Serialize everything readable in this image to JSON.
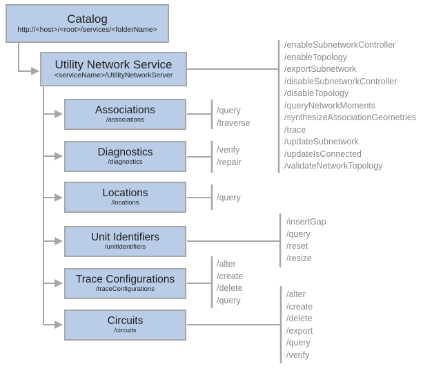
{
  "diagram": {
    "root": {
      "title": "Catalog",
      "subtitle": "http://<host>/<root>/services/<folderName>"
    },
    "service": {
      "title": "Utility Network Service",
      "subtitle": "<serviceName>/UtilityNetworkServer",
      "operations": [
        "/enableSubnetworkController",
        "/enableTopology",
        "/exportSubnetwork",
        "/disableSubnetworkController",
        "/disableTopology",
        "/queryNetworkMoments",
        "/synthesizeAssociationGeometries",
        "/trace",
        "/updateSubnetwork",
        "/updateIsConnected",
        "/validateNetworkTopology"
      ]
    },
    "children": [
      {
        "title": "Associations",
        "subtitle": "/associations",
        "operations": [
          "/query",
          "/traverse"
        ]
      },
      {
        "title": "Diagnostics",
        "subtitle": "/diagnostics",
        "operations": [
          "/verify",
          "/repair"
        ]
      },
      {
        "title": "Locations",
        "subtitle": "/locations",
        "operations": [
          "/query"
        ]
      },
      {
        "title": "Unit Identifiers",
        "subtitle": "/unitIdentifiers",
        "operations": [
          "/insertGap",
          "/query",
          "/reset",
          "/resize"
        ]
      },
      {
        "title": "Trace Configurations",
        "subtitle": "/traceConfigurations",
        "operations": [
          "/alter",
          "/create",
          "/delete",
          "/query"
        ]
      },
      {
        "title": "Circuits",
        "subtitle": "/circuits",
        "operations": [
          "/alter",
          "/create",
          "/delete",
          "/export",
          "/query",
          "/verify"
        ]
      }
    ],
    "colors": {
      "box_fill": "#b9cde8",
      "box_border": "#a6a6a6",
      "connector": "#a6a6a6",
      "ops_text": "#8a8a8a",
      "title_text": "#1f1f1f"
    }
  }
}
